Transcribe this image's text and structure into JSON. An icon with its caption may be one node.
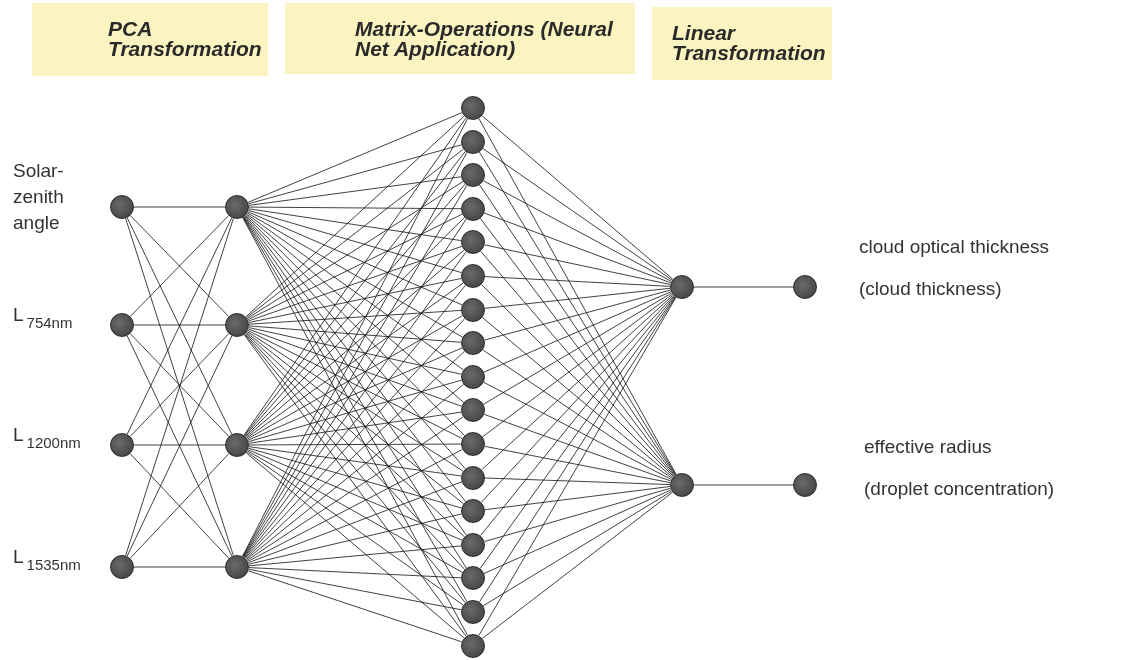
{
  "diagram": {
    "nodes": [
      {
        "text": [
          "PCA Transformation"
        ]
      },
      {
        "text": [
          "Matrix-Operations (Neural Net Application)"
        ]
      },
      {
        "text": [
          "Linear Transformation"
        ]
      },
      {
        "text": [],
        "shape": "circle",
        "beside": [
          "Solar-zenith angle"
        ]
      },
      {
        "text": [],
        "shape": "circle",
        "beside": [
          "L$_{754nm}$"
        ]
      },
      {
        "text": [],
        "shape": "circle",
        "beside": [
          "L$_{1200nm}$"
        ]
      },
      {
        "text": [],
        "shape": "circle",
        "beside": [
          "L$_{1535nm}$"
        ]
      },
      {
        "text": [],
        "shape": "circle"
      },
      {
        "text": [],
        "shape": "circle"
      },
      {
        "text": [],
        "shape": "circle"
      },
      {
        "text": [],
        "shape": "circle"
      },
      {
        "text": [],
        "shape": "circle"
      },
      {
        "text": [],
        "shape": "circle"
      },
      {
        "text": [],
        "shape": "circle"
      },
      {
        "text": [],
        "shape": "circle"
      },
      {
        "text": [],
        "shape": "circle"
      },
      {
        "text": [],
        "shape": "circle"
      },
      {
        "text": [],
        "shape": "circle"
      },
      {
        "text": [],
        "shape": "circle"
      },
      {
        "text": [],
        "shape": "circle"
      },
      {
        "text": [],
        "shape": "circle"
      },
      {
        "text": [],
        "shape": "circle"
      },
      {
        "text": [],
        "shape": "circle"
      },
      {
        "text": [],
        "shape": "circle"
      },
      {
        "text": [],
        "shape": "circle"
      },
      {
        "text": [],
        "shape": "circle"
      },
      {
        "text": [],
        "shape": "circle"
      },
      {
        "text": [],
        "shape": "circle"
      },
      {
        "text": [],
        "shape": "circle"
      },
      {
        "text": [],
        "shape": "circle"
      },
      {
        "text": [],
        "shape": "circle",
        "beside": [
          "cloud optical thickness",
          "(cloud thickness)"
        ]
      },
      {
        "text": [],
        "shape": "circle",
        "beside": [
          "effective radius",
          "(droplet concentration)"
        ]
      }
    ],
    "edges": [
      {
        "from": 3,
        "to": 7,
        "arrow": "none"
      },
      {
        "from": 3,
        "to": 8,
        "arrow": "none"
      },
      {
        "from": 3,
        "to": 9,
        "arrow": "none"
      },
      {
        "from": 3,
        "to": 10,
        "arrow": "none"
      },
      {
        "from": 4,
        "to": 7,
        "arrow": "none"
      },
      {
        "from": 4,
        "to": 8,
        "arrow": "none"
      },
      {
        "from": 4,
        "to": 9,
        "arrow": "none"
      },
      {
        "from": 4,
        "to": 10,
        "arrow": "none"
      },
      {
        "from": 5,
        "to": 7,
        "arrow": "none"
      },
      {
        "from": 5,
        "to": 8,
        "arrow": "none"
      },
      {
        "from": 5,
        "to": 9,
        "arrow": "none"
      },
      {
        "from": 5,
        "to": 10,
        "arrow": "none"
      },
      {
        "from": 6,
        "to": 7,
        "arrow": "none"
      },
      {
        "from": 6,
        "to": 8,
        "arrow": "none"
      },
      {
        "from": 6,
        "to": 9,
        "arrow": "none"
      },
      {
        "from": 6,
        "to": 10,
        "arrow": "none"
      },
      {
        "from": 7,
        "to": 11,
        "arrow": "none"
      },
      {
        "from": 7,
        "to": 12,
        "arrow": "none"
      },
      {
        "from": 7,
        "to": 13,
        "arrow": "none"
      },
      {
        "from": 7,
        "to": 14,
        "arrow": "none"
      },
      {
        "from": 7,
        "to": 15,
        "arrow": "none"
      },
      {
        "from": 7,
        "to": 16,
        "arrow": "none"
      },
      {
        "from": 7,
        "to": 17,
        "arrow": "none"
      },
      {
        "from": 7,
        "to": 18,
        "arrow": "none"
      },
      {
        "from": 7,
        "to": 19,
        "arrow": "none"
      },
      {
        "from": 7,
        "to": 20,
        "arrow": "none"
      },
      {
        "from": 7,
        "to": 21,
        "arrow": "none"
      },
      {
        "from": 7,
        "to": 22,
        "arrow": "none"
      },
      {
        "from": 7,
        "to": 23,
        "arrow": "none"
      },
      {
        "from": 7,
        "to": 24,
        "arrow": "none"
      },
      {
        "from": 7,
        "to": 25,
        "arrow": "none"
      },
      {
        "from": 7,
        "to": 26,
        "arrow": "none"
      },
      {
        "from": 7,
        "to": 27,
        "arrow": "none"
      },
      {
        "from": 8,
        "to": 11,
        "arrow": "none"
      },
      {
        "from": 8,
        "to": 12,
        "arrow": "none"
      },
      {
        "from": 8,
        "to": 13,
        "arrow": "none"
      },
      {
        "from": 8,
        "to": 14,
        "arrow": "none"
      },
      {
        "from": 8,
        "to": 15,
        "arrow": "none"
      },
      {
        "from": 8,
        "to": 16,
        "arrow": "none"
      },
      {
        "from": 8,
        "to": 17,
        "arrow": "none"
      },
      {
        "from": 8,
        "to": 18,
        "arrow": "none"
      },
      {
        "from": 8,
        "to": 19,
        "arrow": "none"
      },
      {
        "from": 8,
        "to": 20,
        "arrow": "none"
      },
      {
        "from": 8,
        "to": 21,
        "arrow": "none"
      },
      {
        "from": 8,
        "to": 22,
        "arrow": "none"
      },
      {
        "from": 8,
        "to": 23,
        "arrow": "none"
      },
      {
        "from": 8,
        "to": 24,
        "arrow": "none"
      },
      {
        "from": 8,
        "to": 25,
        "arrow": "none"
      },
      {
        "from": 8,
        "to": 26,
        "arrow": "none"
      },
      {
        "from": 8,
        "to": 27,
        "arrow": "none"
      },
      {
        "from": 9,
        "to": 11,
        "arrow": "none"
      },
      {
        "from": 9,
        "to": 12,
        "arrow": "none"
      },
      {
        "from": 9,
        "to": 13,
        "arrow": "none"
      },
      {
        "from": 9,
        "to": 14,
        "arrow": "none"
      },
      {
        "from": 9,
        "to": 15,
        "arrow": "none"
      },
      {
        "from": 9,
        "to": 16,
        "arrow": "none"
      },
      {
        "from": 9,
        "to": 17,
        "arrow": "none"
      },
      {
        "from": 9,
        "to": 18,
        "arrow": "none"
      },
      {
        "from": 9,
        "to": 19,
        "arrow": "none"
      },
      {
        "from": 9,
        "to": 20,
        "arrow": "none"
      },
      {
        "from": 9,
        "to": 21,
        "arrow": "none"
      },
      {
        "from": 9,
        "to": 22,
        "arrow": "none"
      },
      {
        "from": 9,
        "to": 23,
        "arrow": "none"
      },
      {
        "from": 9,
        "to": 24,
        "arrow": "none"
      },
      {
        "from": 9,
        "to": 25,
        "arrow": "none"
      },
      {
        "from": 9,
        "to": 26,
        "arrow": "none"
      },
      {
        "from": 9,
        "to": 27,
        "arrow": "none"
      },
      {
        "from": 10,
        "to": 11,
        "arrow": "none"
      },
      {
        "from": 10,
        "to": 12,
        "arrow": "none"
      },
      {
        "from": 10,
        "to": 13,
        "arrow": "none"
      },
      {
        "from": 10,
        "to": 14,
        "arrow": "none"
      },
      {
        "from": 10,
        "to": 15,
        "arrow": "none"
      },
      {
        "from": 10,
        "to": 16,
        "arrow": "none"
      },
      {
        "from": 10,
        "to": 17,
        "arrow": "none"
      },
      {
        "from": 10,
        "to": 18,
        "arrow": "none"
      },
      {
        "from": 10,
        "to": 19,
        "arrow": "none"
      },
      {
        "from": 10,
        "to": 20,
        "arrow": "none"
      },
      {
        "from": 10,
        "to": 21,
        "arrow": "none"
      },
      {
        "from": 10,
        "to": 22,
        "arrow": "none"
      },
      {
        "from": 10,
        "to": 23,
        "arrow": "none"
      },
      {
        "from": 10,
        "to": 24,
        "arrow": "none"
      },
      {
        "from": 10,
        "to": 25,
        "arrow": "none"
      },
      {
        "from": 10,
        "to": 26,
        "arrow": "none"
      },
      {
        "from": 10,
        "to": 27,
        "arrow": "none"
      },
      {
        "from": 11,
        "to": 28,
        "arrow": "none"
      },
      {
        "from": 11,
        "to": 29,
        "arrow": "none"
      },
      {
        "from": 12,
        "to": 28,
        "arrow": "none"
      },
      {
        "from": 12,
        "to": 29,
        "arrow": "none"
      },
      {
        "from": 13,
        "to": 28,
        "arrow": "none"
      },
      {
        "from": 13,
        "to": 29,
        "arrow": "none"
      },
      {
        "from": 14,
        "to": 28,
        "arrow": "none"
      },
      {
        "from": 14,
        "to": 29,
        "arrow": "none"
      },
      {
        "from": 15,
        "to": 28,
        "arrow": "none"
      },
      {
        "from": 15,
        "to": 29,
        "arrow": "none"
      },
      {
        "from": 16,
        "to": 28,
        "arrow": "none"
      },
      {
        "from": 16,
        "to": 29,
        "arrow": "none"
      },
      {
        "from": 17,
        "to": 28,
        "arrow": "none"
      },
      {
        "from": 17,
        "to": 29,
        "arrow": "none"
      },
      {
        "from": 18,
        "to": 28,
        "arrow": "none"
      },
      {
        "from": 18,
        "to": 29,
        "arrow": "none"
      },
      {
        "from": 19,
        "to": 28,
        "arrow": "none"
      },
      {
        "from": 19,
        "to": 29,
        "arrow": "none"
      },
      {
        "from": 20,
        "to": 28,
        "arrow": "none"
      },
      {
        "from": 20,
        "to": 29,
        "arrow": "none"
      },
      {
        "from": 21,
        "to": 28,
        "arrow": "none"
      },
      {
        "from": 21,
        "to": 29,
        "arrow": "none"
      },
      {
        "from": 22,
        "to": 28,
        "arrow": "none"
      },
      {
        "from": 22,
        "to": 29,
        "arrow": "none"
      },
      {
        "from": 23,
        "to": 28,
        "arrow": "none"
      },
      {
        "from": 23,
        "to": 29,
        "arrow": "none"
      },
      {
        "from": 24,
        "to": 28,
        "arrow": "none"
      },
      {
        "from": 24,
        "to": 29,
        "arrow": "none"
      },
      {
        "from": 25,
        "to": 28,
        "arrow": "none"
      },
      {
        "from": 25,
        "to": 29,
        "arrow": "none"
      },
      {
        "from": 26,
        "to": 28,
        "arrow": "none"
      },
      {
        "from": 26,
        "to": 29,
        "arrow": "none"
      },
      {
        "from": 27,
        "to": 28,
        "arrow": "none"
      },
      {
        "from": 27,
        "to": 29,
        "arrow": "none"
      },
      {
        "from": 28,
        "to": 30,
        "arrow": "none"
      },
      {
        "from": 29,
        "to": 31,
        "arrow": "none"
      }
    ]
  }
}
